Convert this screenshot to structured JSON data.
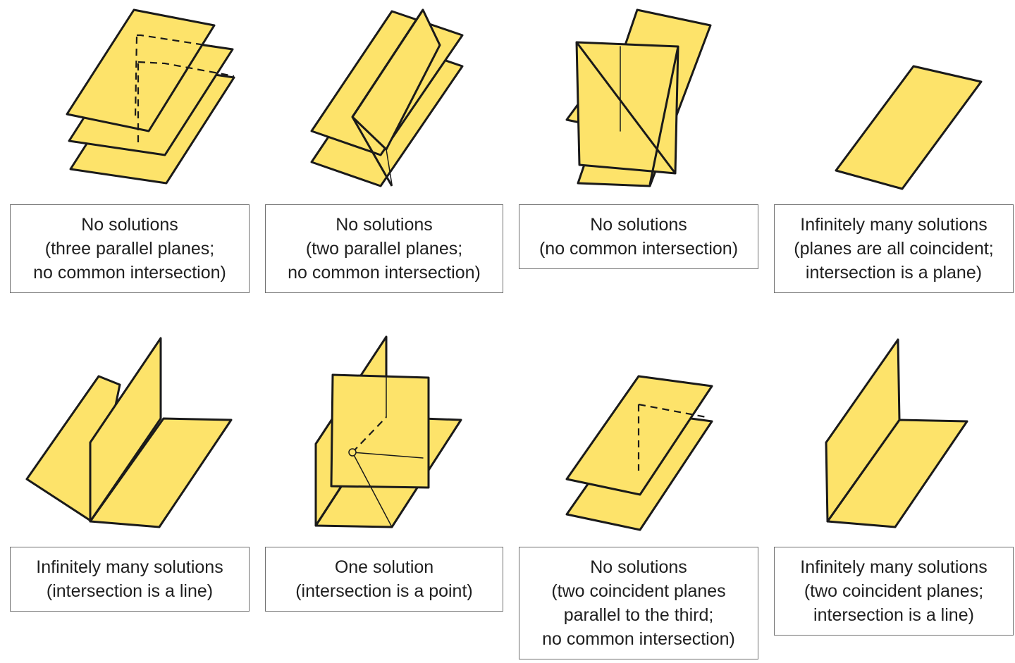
{
  "colors": {
    "plane_fill": "#fde36a",
    "edge": "#1a1a1a",
    "box_border": "#707070"
  },
  "cases": [
    {
      "lines": [
        "No solutions",
        "(three parallel planes;",
        "no common intersection)"
      ]
    },
    {
      "lines": [
        "No solutions",
        "(two parallel planes;",
        "no common intersection)"
      ]
    },
    {
      "lines": [
        "No solutions",
        "(no common intersection)"
      ]
    },
    {
      "lines": [
        "Infinitely many solutions",
        "(planes are all coincident;",
        "intersection is a plane)"
      ]
    },
    {
      "lines": [
        "Infinitely many solutions",
        "(intersection is a line)"
      ]
    },
    {
      "lines": [
        "One solution",
        "(intersection is a point)"
      ]
    },
    {
      "lines": [
        "No solutions",
        "(two coincident planes",
        "parallel to the third;",
        "no common intersection)"
      ]
    },
    {
      "lines": [
        "Infinitely many solutions",
        "(two coincident planes;",
        "intersection is a line)"
      ]
    }
  ]
}
